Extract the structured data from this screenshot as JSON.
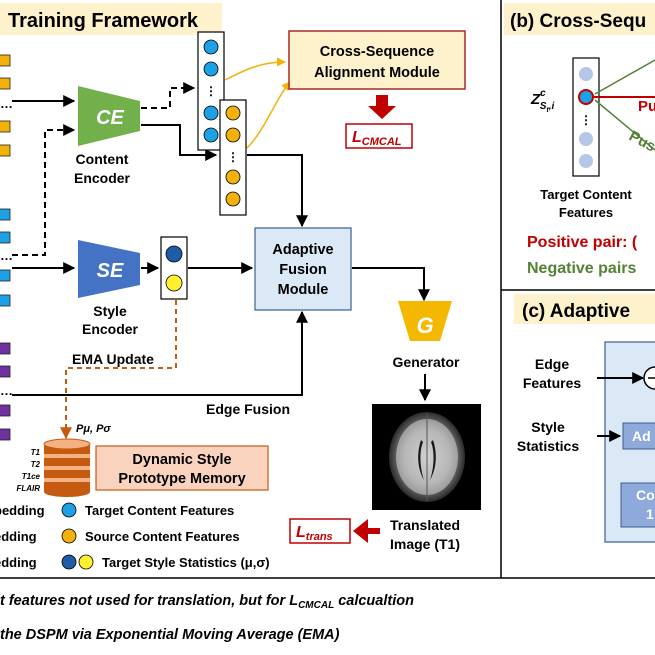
{
  "panel_a": {
    "title": "Training Framework",
    "ce_icon": "CE",
    "ce_label_1": "Content",
    "ce_label_2": "Encoder",
    "se_icon": "SE",
    "se_label_1": "Style",
    "se_label_2": "Encoder",
    "csam_1": "Cross-Sequence",
    "csam_2": "Alignment Module",
    "loss_cmcal_L": "L",
    "loss_cmcal_sub": "CMCAL",
    "afm_1": "Adaptive",
    "afm_2": "Fusion",
    "afm_3": "Module",
    "gen_icon": "G",
    "gen_label": "Generator",
    "ema_update": "EMA Update",
    "edge_fusion": "Edge Fusion",
    "p_params": "Pμ, Pσ",
    "seq_1": "T1",
    "seq_2": "T2",
    "seq_3": "T1ce",
    "seq_4": "FLAIR",
    "dspm_1": "Dynamic Style",
    "dspm_2": "Prototype Memory",
    "loss_trans_L": "L",
    "loss_trans_sub": "trans",
    "translated_1": "Translated",
    "translated_2": "Image (T1)",
    "legend": {
      "row1_left": "bedding",
      "row2_left": "edding",
      "row3_left": "edding",
      "target_content": "Target Content Features",
      "source_content": "Source Content Features",
      "target_style": "Target Style Statistics (μ,σ)"
    }
  },
  "panel_b": {
    "title": "(b) Cross-Sequ",
    "z_label": "Z",
    "z_sup": "c",
    "z_sub": "S",
    "z_subsub": "t",
    "z_idx": ",i",
    "pull": "Pu",
    "push": "Pus",
    "target_1": "Target Content",
    "target_2": "Features",
    "positive": "Positive pair: (",
    "negative": "Negative pairs"
  },
  "panel_c": {
    "title": "(c) Adaptive",
    "edge_1": "Edge",
    "edge_2": "Features",
    "style_1": "Style",
    "style_2": "Statistics",
    "box_ad": "Ad",
    "box_co_1": "Co",
    "box_co_2": "1"
  },
  "footnotes": {
    "line1_a": "t features not used for translation, but for ",
    "line1_L": "L",
    "line1_sub": "CMCAL",
    "line1_b": " calcualtion",
    "line2": "the DSPM via Exponential Moving Average (EMA)"
  },
  "colors": {
    "ce_green": "#72b04c",
    "se_blue": "#4472c4",
    "gen_gold": "#f5b800",
    "target_blue": "#1ea0e6",
    "source_orange": "#f2b10b",
    "style_navy": "#1f5ca8",
    "style_yellow": "#fff12e",
    "embedding_purple": "#7030a0",
    "csam_fill": "#fdf2cc",
    "afm_fill": "#dbe9f6",
    "dspm_fill": "#fad3be",
    "title_fill": "#fdf2cc",
    "loss_red": "#c00000",
    "ema_orange": "#c55a11",
    "pos_red": "#c00000",
    "neg_green": "#548235"
  }
}
